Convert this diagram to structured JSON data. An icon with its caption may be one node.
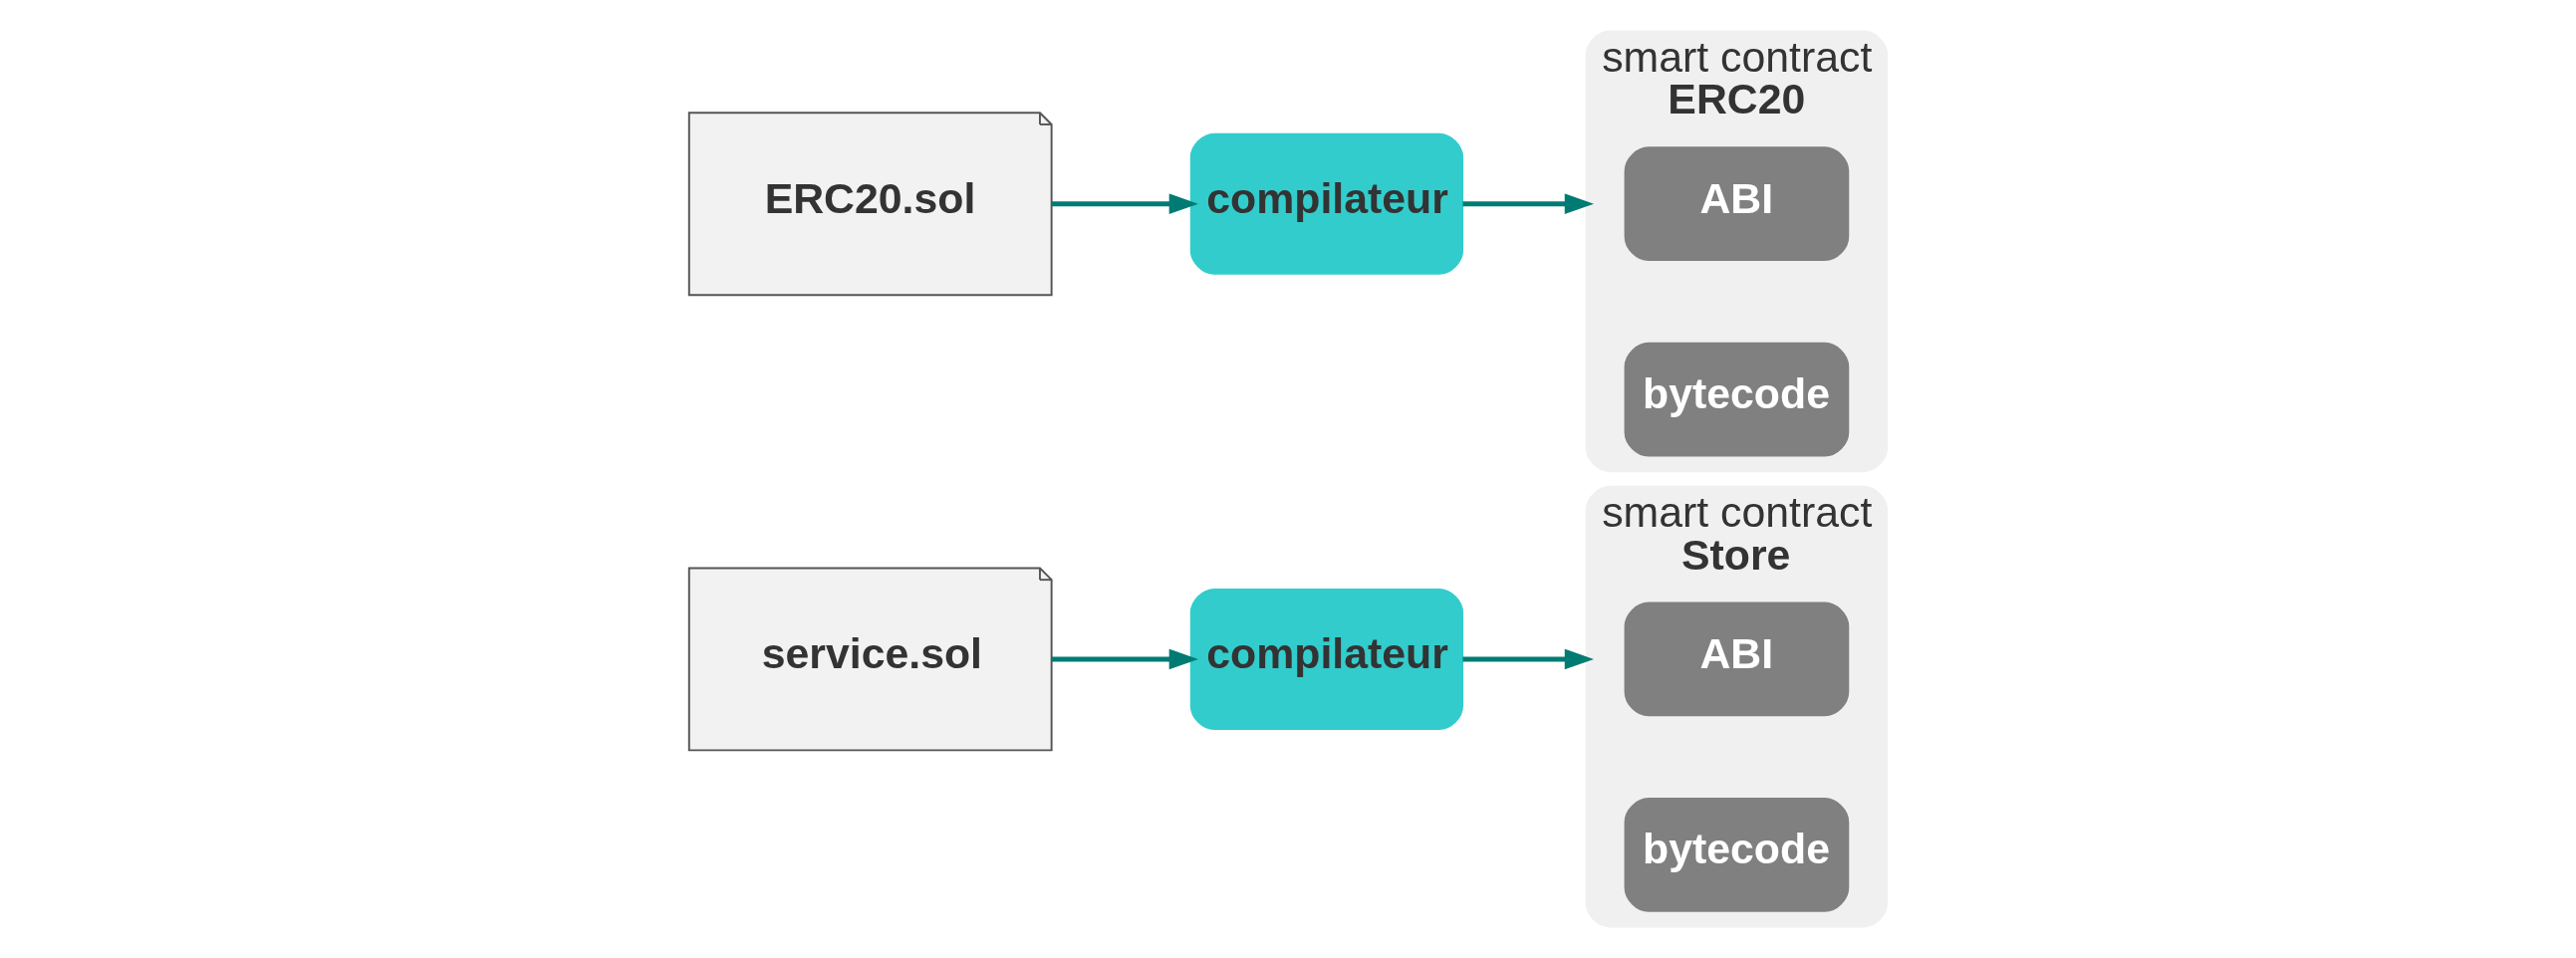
{
  "diagram": {
    "nodes": [
      {
        "text": [
          "service.sol"
        ]
      },
      {
        "text": [
          "compilateur"
        ]
      },
      {
        "text": [
          "smart contract",
          "Store"
        ]
      },
      {
        "text": [
          "ABI"
        ],
        "in": 2
      },
      {
        "text": [
          "bytecode"
        ],
        "in": 2
      },
      {
        "text": [
          "ERC20.sol"
        ]
      },
      {
        "text": [
          "compilateur"
        ]
      },
      {
        "text": [
          "smart contract",
          "ERC20"
        ]
      },
      {
        "text": [
          "ABI"
        ],
        "in": 7
      },
      {
        "text": [
          "bytecode"
        ],
        "in": 7
      }
    ],
    "edges": [
      {
        "from": 0,
        "to": 1,
        "arrow": "to"
      },
      {
        "from": 1,
        "to": 2,
        "arrow": "to"
      },
      {
        "from": 5,
        "to": 6,
        "arrow": "to"
      },
      {
        "from": 6,
        "to": 7,
        "arrow": "to"
      }
    ]
  }
}
